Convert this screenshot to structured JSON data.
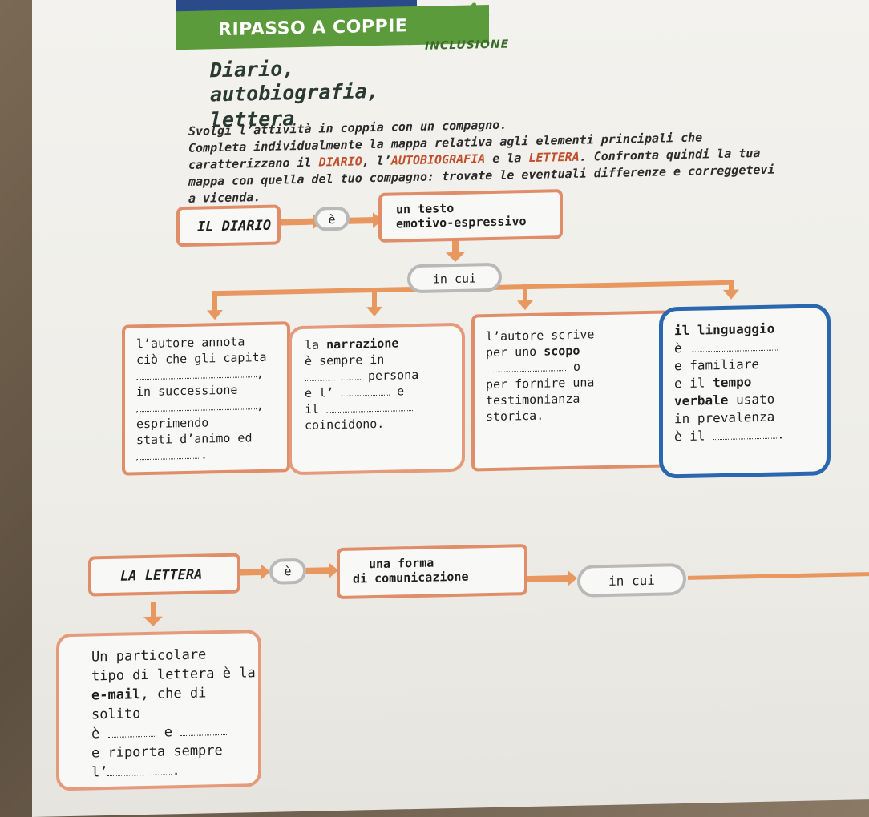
{
  "header": {
    "banner": "RIPASSO A COPPIE",
    "badge": "INCLUSIONE",
    "title_line1": "Diario,",
    "title_line2": "autobiografia,",
    "title_line3": "lettera"
  },
  "instructions": {
    "part1": "Svolgi l’attività in coppia con un compagno.",
    "part2": "Completa individualmente la mappa relativa agli elementi principali che caratterizzano il ",
    "diario": "DIARIO",
    "comma": ", l’",
    "autobio": "AUTOBIOGRAFIA",
    "e": " e la ",
    "lettera": "LETTERA",
    "part3": ". Confronta quindi la tua mappa con quella del tuo compagno: trovate le eventuali differenze e correggetevi a vicenda."
  },
  "diario_map": {
    "title": "IL DIARIO",
    "e_verb": "è",
    "definition_l1": "un testo",
    "definition_l2": "emotivo-espressivo",
    "in_cui": "in cui",
    "box1": {
      "l1": "l’autore annota",
      "l2": "ciò che gli capita",
      "l3": ",",
      "l4": "in successione",
      "l5": ",",
      "l6": "esprimendo",
      "l7": "stati d’animo ed",
      "l8": "."
    },
    "box2": {
      "l1": "la ",
      "l1b": "narrazione",
      "l2": "è sempre in",
      "l3": "persona",
      "l4a": "e l’",
      "l4b": "e",
      "l5": "il",
      "l6": "coincidono."
    },
    "box3": {
      "l1": "l’autore scrive",
      "l2a": "per uno ",
      "l2b": "scopo",
      "l3": "o",
      "l4": "per fornire una",
      "l5": "testimonianza",
      "l6": "storica."
    },
    "box4": {
      "l1": "il linguaggio",
      "l2": "è",
      "l3": "e familiare",
      "l4a": "e il ",
      "l4b": "tempo",
      "l5a": "verbale",
      "l5b": " usato",
      "l6": "in prevalenza",
      "l7": "è il",
      "l8": "."
    }
  },
  "lettera_map": {
    "title": "LA LETTERA",
    "e_verb": "è",
    "definition_l1": "una forma",
    "definition_l2": "di comunicazione",
    "in_cui": "in cui",
    "email_box": {
      "l1": "Un particolare",
      "l2": "tipo di lettera è la",
      "l3a": "e-mail",
      "l3b": ", che di solito",
      "l4a": "è",
      "l4b": "e",
      "l5": "e riporta sempre",
      "l6": "l’",
      "l7": "."
    }
  },
  "colors": {
    "banner_green": "#5b9b3b",
    "orange_border": "#e08d6a",
    "blue_border": "#2a67ae",
    "gray_border": "#b9b9b9",
    "arrow_orange": "#e8985f",
    "highlight": "#c0502c"
  }
}
